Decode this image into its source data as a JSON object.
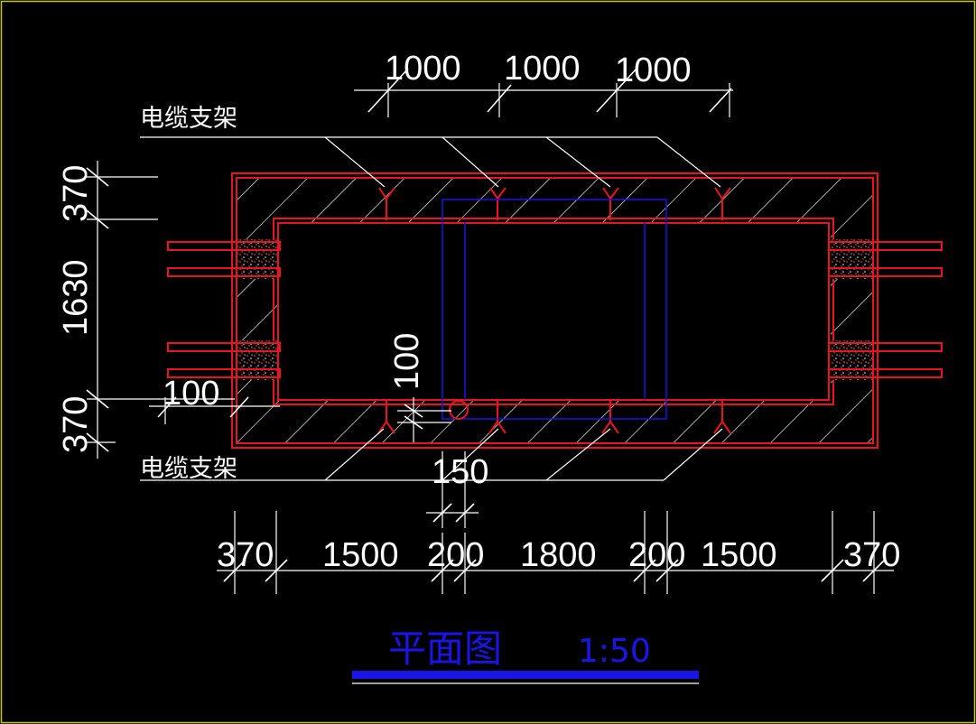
{
  "notes": {
    "top_label": "电缆支架",
    "bottom_label": "电缆支架"
  },
  "dimensions": {
    "top": [
      "1000",
      "1000",
      "1000"
    ],
    "left": [
      "370",
      "1630",
      "370"
    ],
    "inner_100_left": "100",
    "inner_100_vertical": "100",
    "gap_150": "150",
    "bottom": [
      "370",
      "1500",
      "200",
      "1800",
      "200",
      "1500",
      "370"
    ]
  },
  "title": {
    "name": "平面图",
    "scale": "1:50"
  },
  "colors": {
    "background": "#000000",
    "wall": "#e8141e",
    "frame": "#1a14e6",
    "dimension": "#ffffff",
    "border": "#c8c800"
  }
}
